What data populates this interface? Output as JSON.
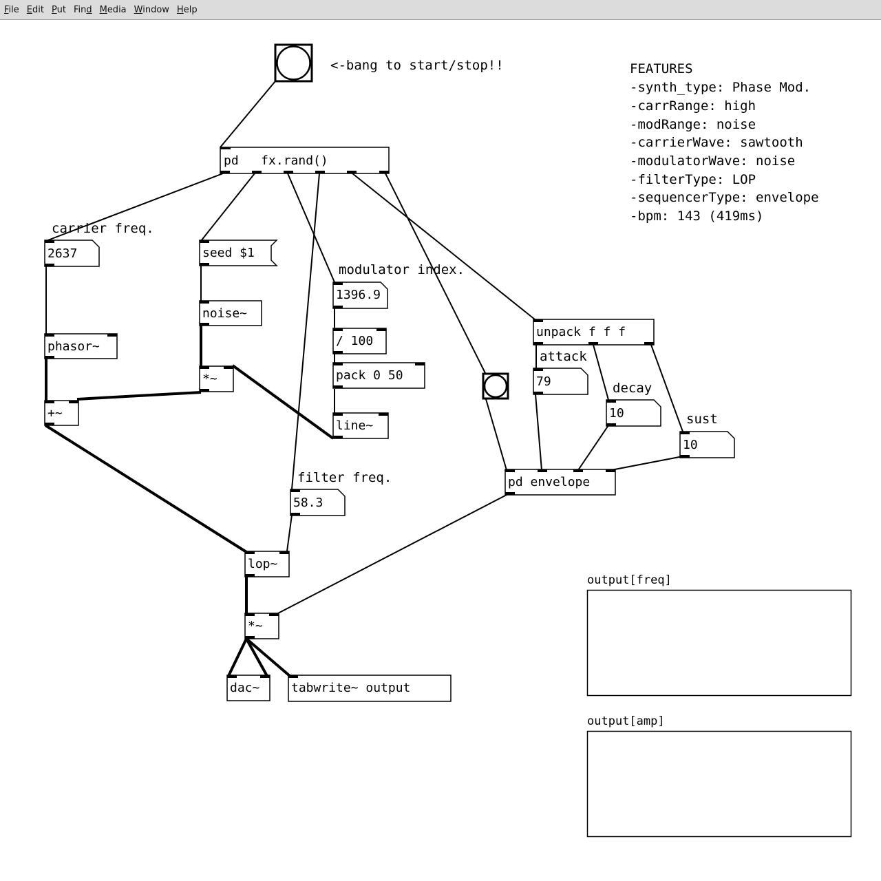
{
  "menubar": {
    "items": [
      {
        "label": "File",
        "mnemonic": "F"
      },
      {
        "label": "Edit",
        "mnemonic": "E"
      },
      {
        "label": "Put",
        "mnemonic": "P"
      },
      {
        "label": "Find",
        "mnemonic": "d"
      },
      {
        "label": "Media",
        "mnemonic": "M"
      },
      {
        "label": "Window",
        "mnemonic": "W"
      },
      {
        "label": "Help",
        "mnemonic": "H"
      }
    ]
  },
  "patch": {
    "start_comment": "<-bang to start/stop!!",
    "features": {
      "title": "FEATURES",
      "lines": [
        "-synth_type: Phase Mod.",
        "-carrRange: high",
        "-modRange: noise",
        "-carrierWave: sawtooth",
        "-modulatorWave: noise",
        "-filterType: LOP",
        "-sequencerType: envelope",
        "-bpm: 143 (419ms)"
      ]
    },
    "objects": {
      "fx_rand": "pd   fx.rand()",
      "seed_msg": "seed $1",
      "noise": "noise~",
      "phasor": "phasor~",
      "mul_mod": "*~",
      "add": "+~",
      "div": "/ 100",
      "pack": "pack 0 50",
      "line": "line~",
      "unpack": "unpack f f f",
      "pd_envelope": "pd envelope",
      "lop": "lop~",
      "mul_out": "*~",
      "dac": "dac~",
      "tabwrite": "tabwrite~ output"
    },
    "labels": {
      "carrier_freq": "carrier freq.",
      "modulator_index": "modulator index.",
      "filter_freq": "filter freq.",
      "attack": "attack",
      "decay": "decay",
      "sust": "sust"
    },
    "numbers": {
      "carrier_freq": "2637",
      "modulator_index": "1396.9",
      "filter_freq": "58.3",
      "attack": "79",
      "decay": "10",
      "sust": "10"
    },
    "arrays": [
      {
        "label": "output[freq]"
      },
      {
        "label": "output[amp]"
      }
    ]
  }
}
